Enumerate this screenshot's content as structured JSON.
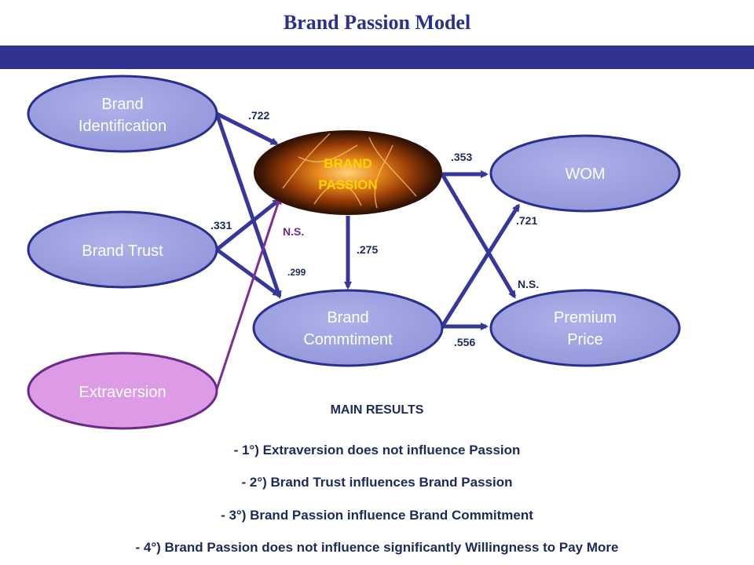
{
  "title": "Brand Passion Model",
  "colors": {
    "title_bar": "#30338f",
    "node_fill": "#9ea1e0",
    "node_stroke": "#2a2f8e",
    "extraversion_fill": "#dc9be4",
    "extraversion_stroke": "#6b2a8a",
    "arrow": "#35389a",
    "extraversion_arrow": "#7a2f96",
    "passion_text": "#ffd400"
  },
  "nodes": {
    "brand_identification": [
      "Brand",
      "Identification"
    ],
    "brand_trust": [
      "Brand Trust"
    ],
    "extraversion": [
      "Extraversion"
    ],
    "brand_passion": [
      "BRAND",
      "PASSION"
    ],
    "brand_commitment": [
      "Brand",
      "Commtiment"
    ],
    "wom": [
      "WOM"
    ],
    "premium_price": [
      "Premium",
      "Price"
    ]
  },
  "coefficients": {
    "identification_passion": ".722",
    "trust_passion": ".331",
    "extraversion_passion": "N.S.",
    "identification_commitment": ".299",
    "passion_commitment": ".275",
    "passion_wom": ".353",
    "commitment_wom": ".721",
    "passion_premium": "N.S.",
    "commitment_premium": ".556"
  },
  "results": {
    "heading": "MAIN RESULTS",
    "items": [
      "- 1°) Extraversion does not influence Passion",
      "- 2°) Brand Trust influences Brand Passion",
      "- 3°) Brand Passion influence Brand Commitment",
      "- 4°) Brand Passion does not influence significantly Willingness to Pay More"
    ]
  }
}
